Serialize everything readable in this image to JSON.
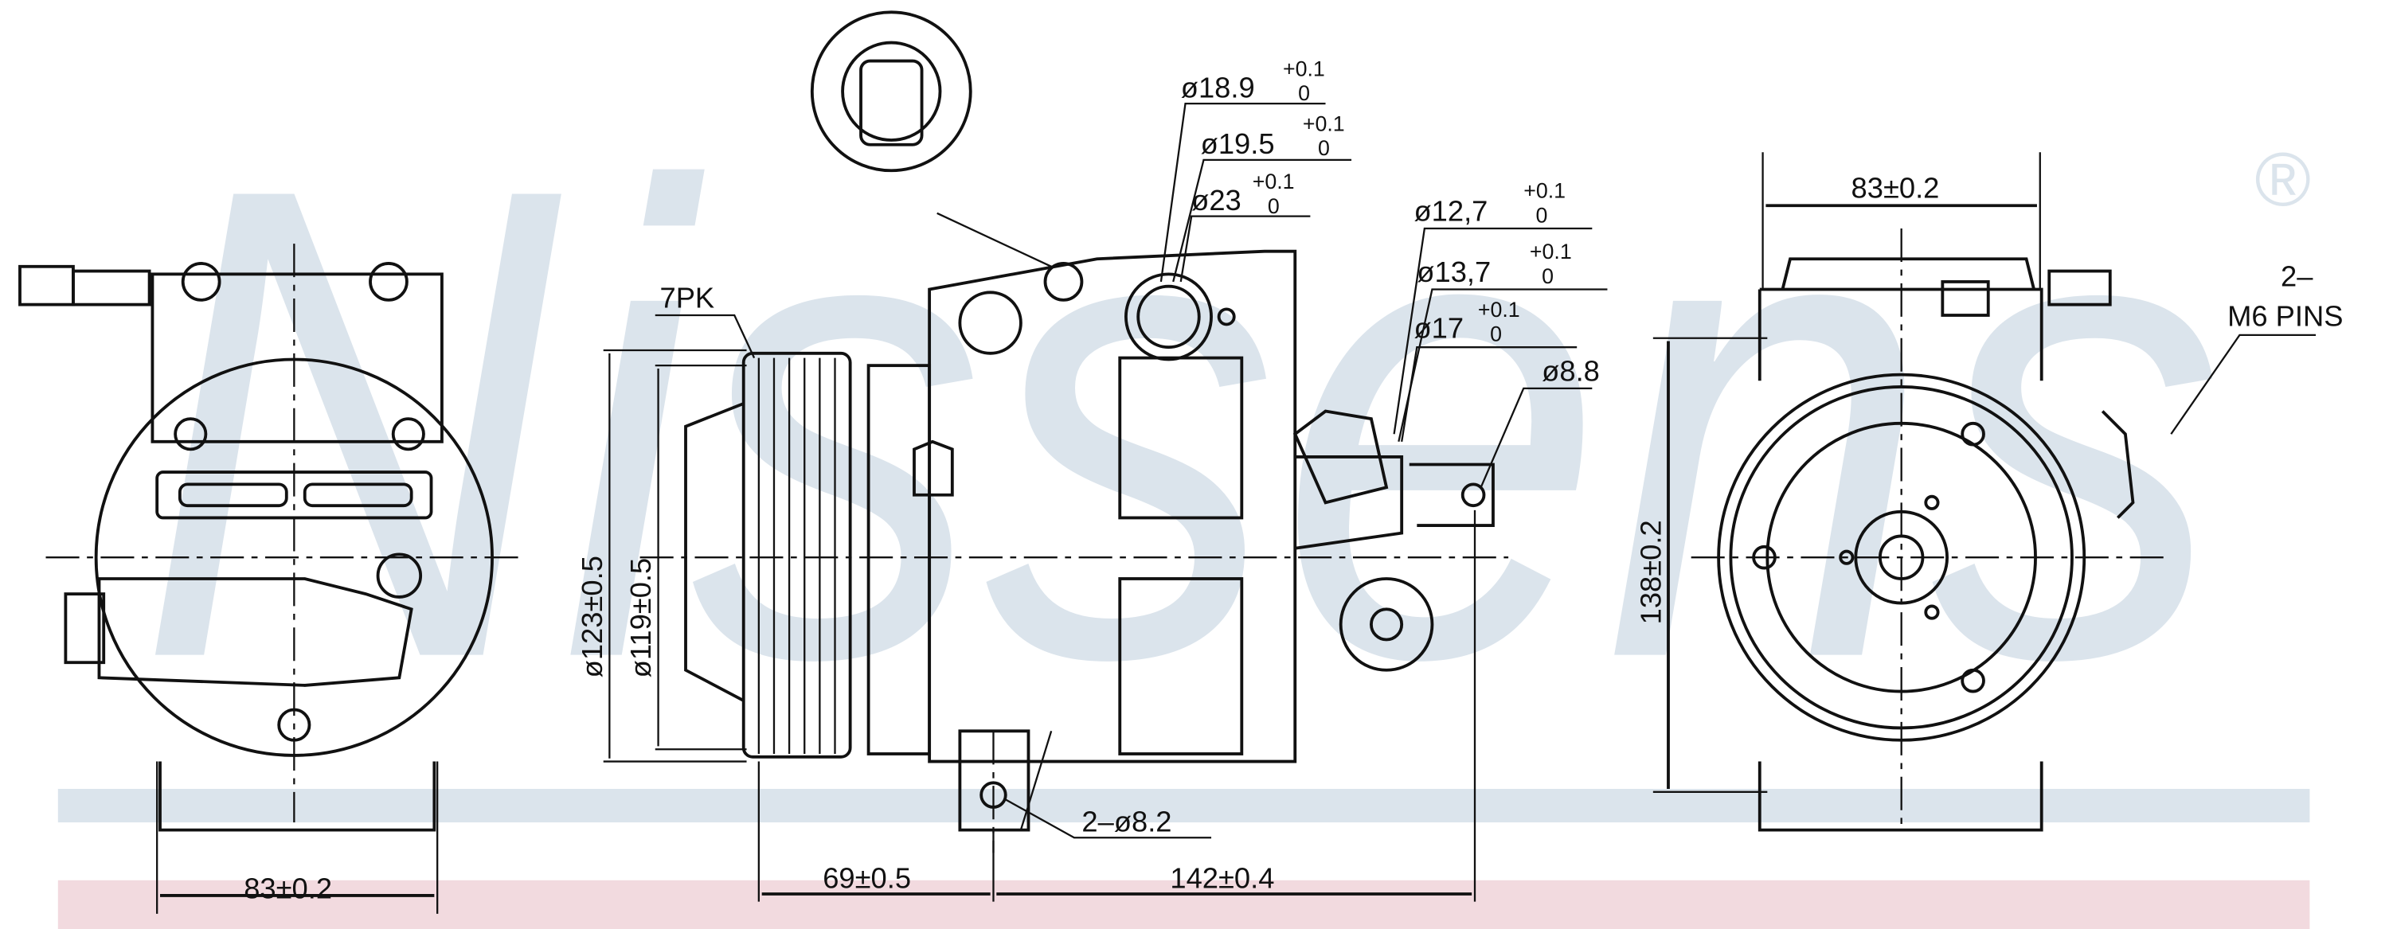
{
  "watermark": {
    "brand": "Nissens",
    "registered": "®"
  },
  "colors": {
    "watermark": "#dbe4ec",
    "band_blue": "#dbe4ec",
    "band_pink": "#f2dadf",
    "line": "#111111"
  },
  "dimensions": {
    "belt": "7PK",
    "port1": {
      "value": "ø18.9",
      "tol_upper": "+0.1",
      "tol_lower": "0"
    },
    "port2": {
      "value": "ø19.5",
      "tol_upper": "+0.1",
      "tol_lower": "0"
    },
    "port3": {
      "value": "ø23",
      "tol_upper": "+0.1",
      "tol_lower": "0"
    },
    "port4": {
      "value": "ø12,7",
      "tol_upper": "+0.1",
      "tol_lower": "0"
    },
    "port5": {
      "value": "ø13,7",
      "tol_upper": "+0.1",
      "tol_lower": "0"
    },
    "port6": {
      "value": "ø17",
      "tol_upper": "+0.1",
      "tol_lower": "0"
    },
    "mount_hole": "ø8.8",
    "pulley_outer": "ø123±0.5",
    "pulley_inner": "ø119±0.5",
    "width_left": "83±0.2",
    "width_right": "83±0.2",
    "height_right": "138±0.2",
    "pins_qty": "2–",
    "pins": "M6  PINS",
    "bottom_holes": "2–ø8.2",
    "pulley_to_mount": "69±0.5",
    "mount_spacing": "142±0.4"
  }
}
